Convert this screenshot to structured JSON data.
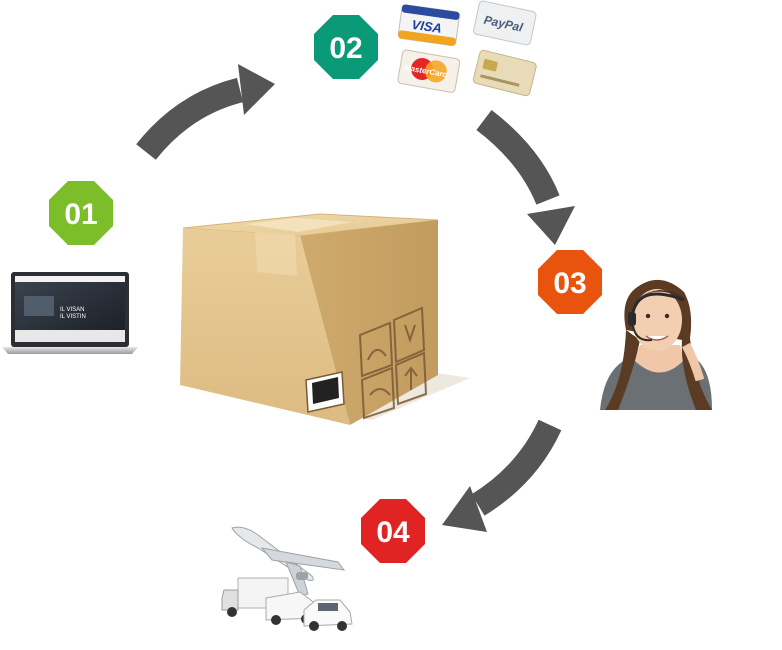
{
  "steps": [
    {
      "number": "01",
      "color": "#7cbd2a"
    },
    {
      "number": "02",
      "color": "#0b9a77"
    },
    {
      "number": "03",
      "color": "#e8540e"
    },
    {
      "number": "04",
      "color": "#e02424"
    }
  ],
  "arrow_color": "#555555",
  "payment_cards": {
    "visa": "VISA",
    "paypal": "PayPal",
    "mastercard": "MasterCard"
  },
  "laptop_screen_text": "IL VISAN\nIL VISTIN"
}
